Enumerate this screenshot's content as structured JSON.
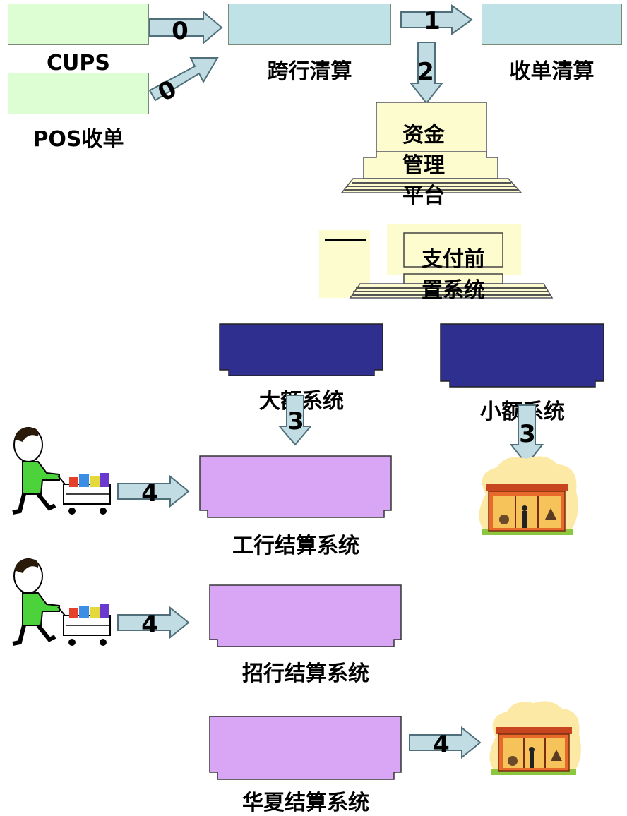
{
  "colors": {
    "green_box": "#ddfdd2",
    "blue_box": "#bfe2e6",
    "arrow_fill": "#c1dde3",
    "arrow_stroke": "#4f6f7a",
    "tower_fill": "#fdfccf",
    "navy_box": "#2e2f8f",
    "purple_box": "#d9a6f6"
  },
  "nodes": {
    "cups": "CUPS",
    "pos": "POS收单",
    "interbank": "跨行清算",
    "acquiring": "收单清算",
    "fund_platform": [
      "资金",
      "管理",
      "平台"
    ],
    "pay_front": [
      "支付前",
      "置系统"
    ],
    "large": "大额系统",
    "small": "小额系统",
    "icbc": "工行结算系统",
    "cmb": "招行结算系统",
    "hxb": "华夏结算系统"
  },
  "steps": {
    "s0a": "0",
    "s0b": "0",
    "s1": "1",
    "s2": "2",
    "s3a": "3",
    "s3b": "3",
    "s4a": "4",
    "s4b": "4",
    "s4c": "4"
  },
  "icons": [
    "shopper-cart-icon",
    "shopper-cart-icon",
    "store-icon",
    "store-icon"
  ]
}
